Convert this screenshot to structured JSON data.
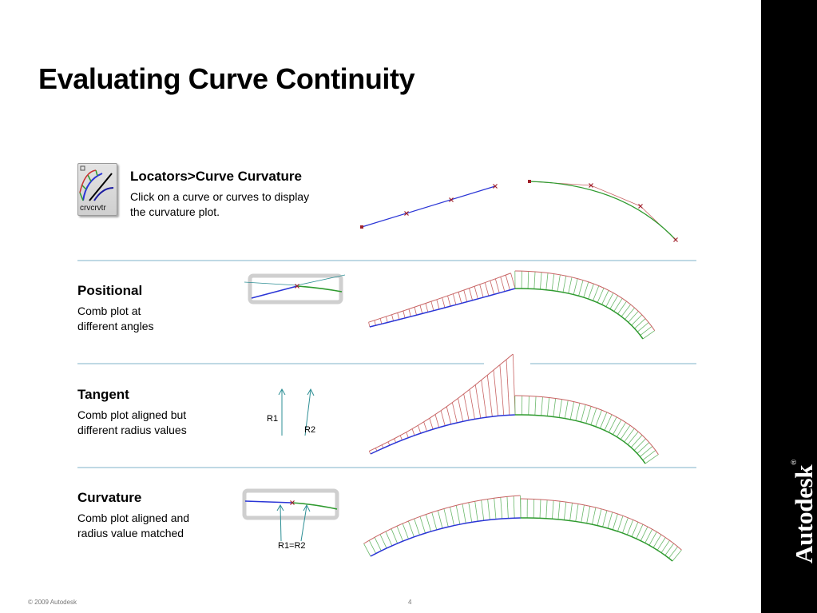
{
  "slide": {
    "title": "Evaluating Curve Continuity",
    "brand": "Autodesk",
    "brand_mark": "®",
    "copyright": "© 2009 Autodesk",
    "page_number": "4"
  },
  "intro": {
    "heading": "Locators>Curve Curvature",
    "line1": "Click on a curve or curves to display",
    "line2": "the curvature plot.",
    "icon_label": "crvcrvtr"
  },
  "sections": {
    "positional": {
      "heading": "Positional",
      "line1": "Comb plot at",
      "line2": "different angles"
    },
    "tangent": {
      "heading": "Tangent",
      "line1": "Comb plot aligned but",
      "line2": "different radius values"
    },
    "curvature": {
      "heading": "Curvature",
      "line1": "Comb plot aligned and",
      "line2": "radius value matched"
    }
  },
  "labels": {
    "r1": "R1",
    "r2": "R2",
    "r1_eq_r2": "R1=R2"
  },
  "colors": {
    "blue_curve": "#2a35d6",
    "green_curve": "#2e9a2e",
    "comb_red": "#c86464",
    "comb_green": "#6bb86b",
    "separator": "#7fb3c8",
    "arrow": "#2e8f95",
    "marker": "#a0202a"
  }
}
